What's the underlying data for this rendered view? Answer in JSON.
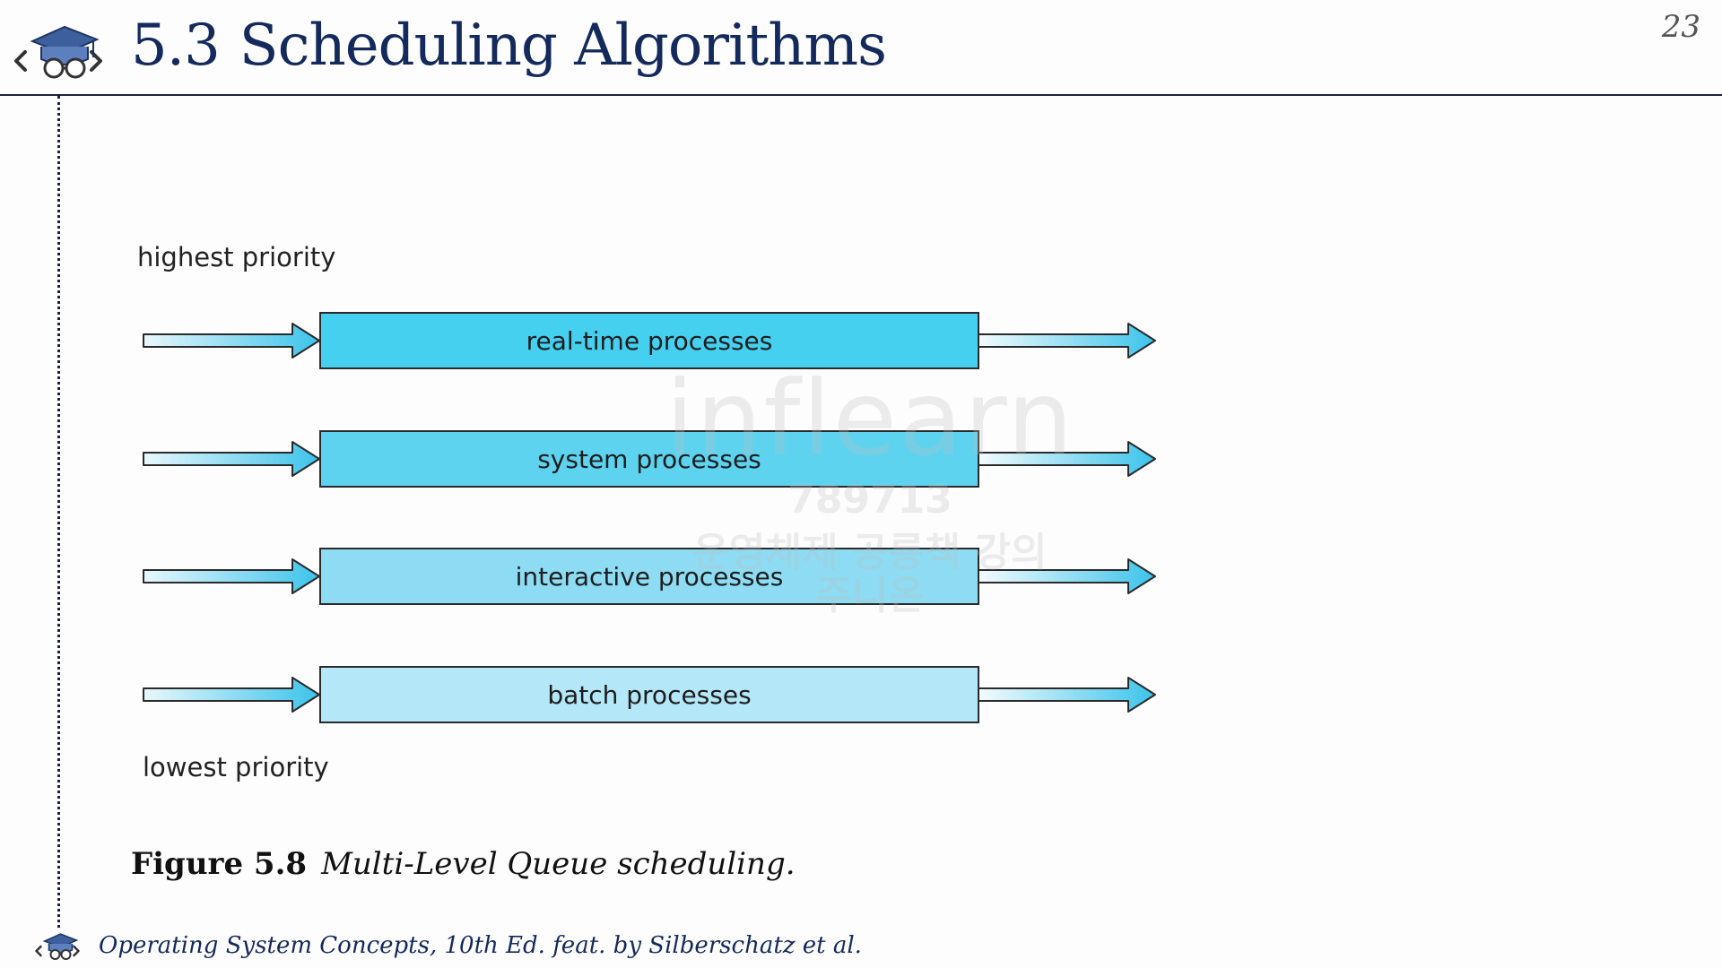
{
  "header": {
    "logo_icon": "graduation-cap-glasses-code-icon",
    "section_number": "5.3",
    "title": "Scheduling Algorithms",
    "page_number": "23"
  },
  "diagram": {
    "highest_label": "highest priority",
    "lowest_label": "lowest priority",
    "queues": [
      {
        "label": "real-time processes",
        "color": "#45d0ef"
      },
      {
        "label": "system processes",
        "color": "#5dd3f0"
      },
      {
        "label": "interactive processes",
        "color": "#8ddcf3"
      },
      {
        "label": "batch processes",
        "color": "#b4e7f7"
      }
    ],
    "arrow_color": "#3cc3ea"
  },
  "watermark": {
    "logo": "inflearn",
    "code": "789713",
    "course": "운영체제 공룡책 강의",
    "user": "주니온"
  },
  "caption": {
    "label": "Figure 5.8",
    "text": "Multi-Level Queue scheduling."
  },
  "footer": {
    "logo_icon": "graduation-cap-glasses-code-icon",
    "text": "Operating System Concepts, 10th Ed. feat. by Silberschatz et al."
  }
}
